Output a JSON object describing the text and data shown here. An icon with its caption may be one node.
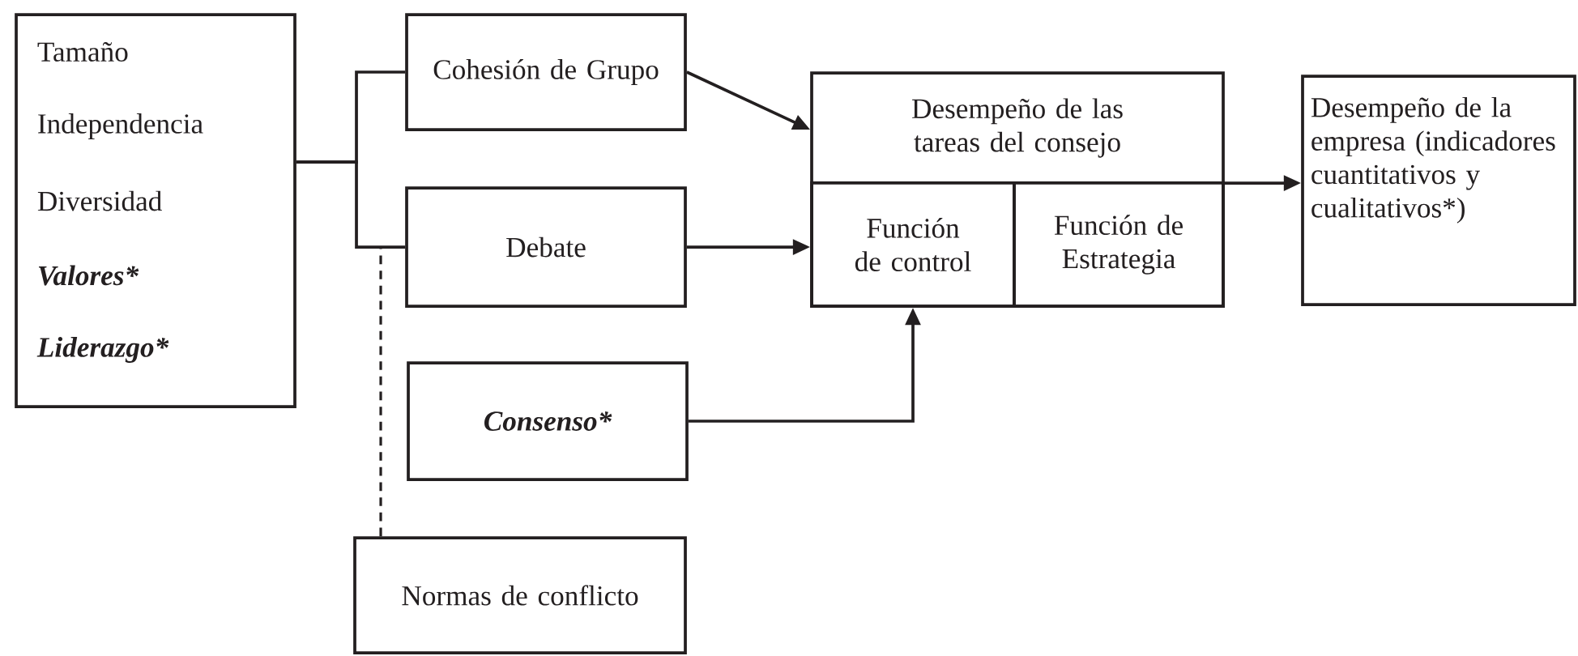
{
  "diagram": {
    "nodes": [
      {
        "text": [
          "Tamaño",
          "Independencia",
          "Diversidad",
          "Valores*",
          "Liderazgo*"
        ]
      },
      {
        "text": [
          "Cohesión de Grupo"
        ]
      },
      {
        "text": [
          "Debate"
        ]
      },
      {
        "text": [
          "Consenso*"
        ]
      },
      {
        "text": [
          "Normas de conflicto"
        ]
      },
      {
        "text": [
          "Desempeño de las tareas del consejo"
        ]
      },
      {
        "text": [
          "Función de control"
        ],
        "in": 5
      },
      {
        "text": [
          "Función de Estrategia"
        ],
        "in": 5
      },
      {
        "text": [
          "Desempeño de la empresa (indicadores cuantitativos y cualitativos*)"
        ]
      }
    ],
    "edges": [
      {
        "from": 0,
        "to": 1,
        "arrow": "none"
      },
      {
        "from": 0,
        "to": 2,
        "arrow": "none"
      },
      {
        "from": 1,
        "to": 5,
        "arrow": "to"
      },
      {
        "from": 2,
        "to": 6,
        "arrow": "to"
      },
      {
        "from": 3,
        "to": 6,
        "arrow": "to"
      },
      {
        "from": 4,
        "to": 2,
        "arrow": "none",
        "style": "dashed"
      },
      {
        "from": 5,
        "to": 8,
        "arrow": "to"
      }
    ]
  }
}
